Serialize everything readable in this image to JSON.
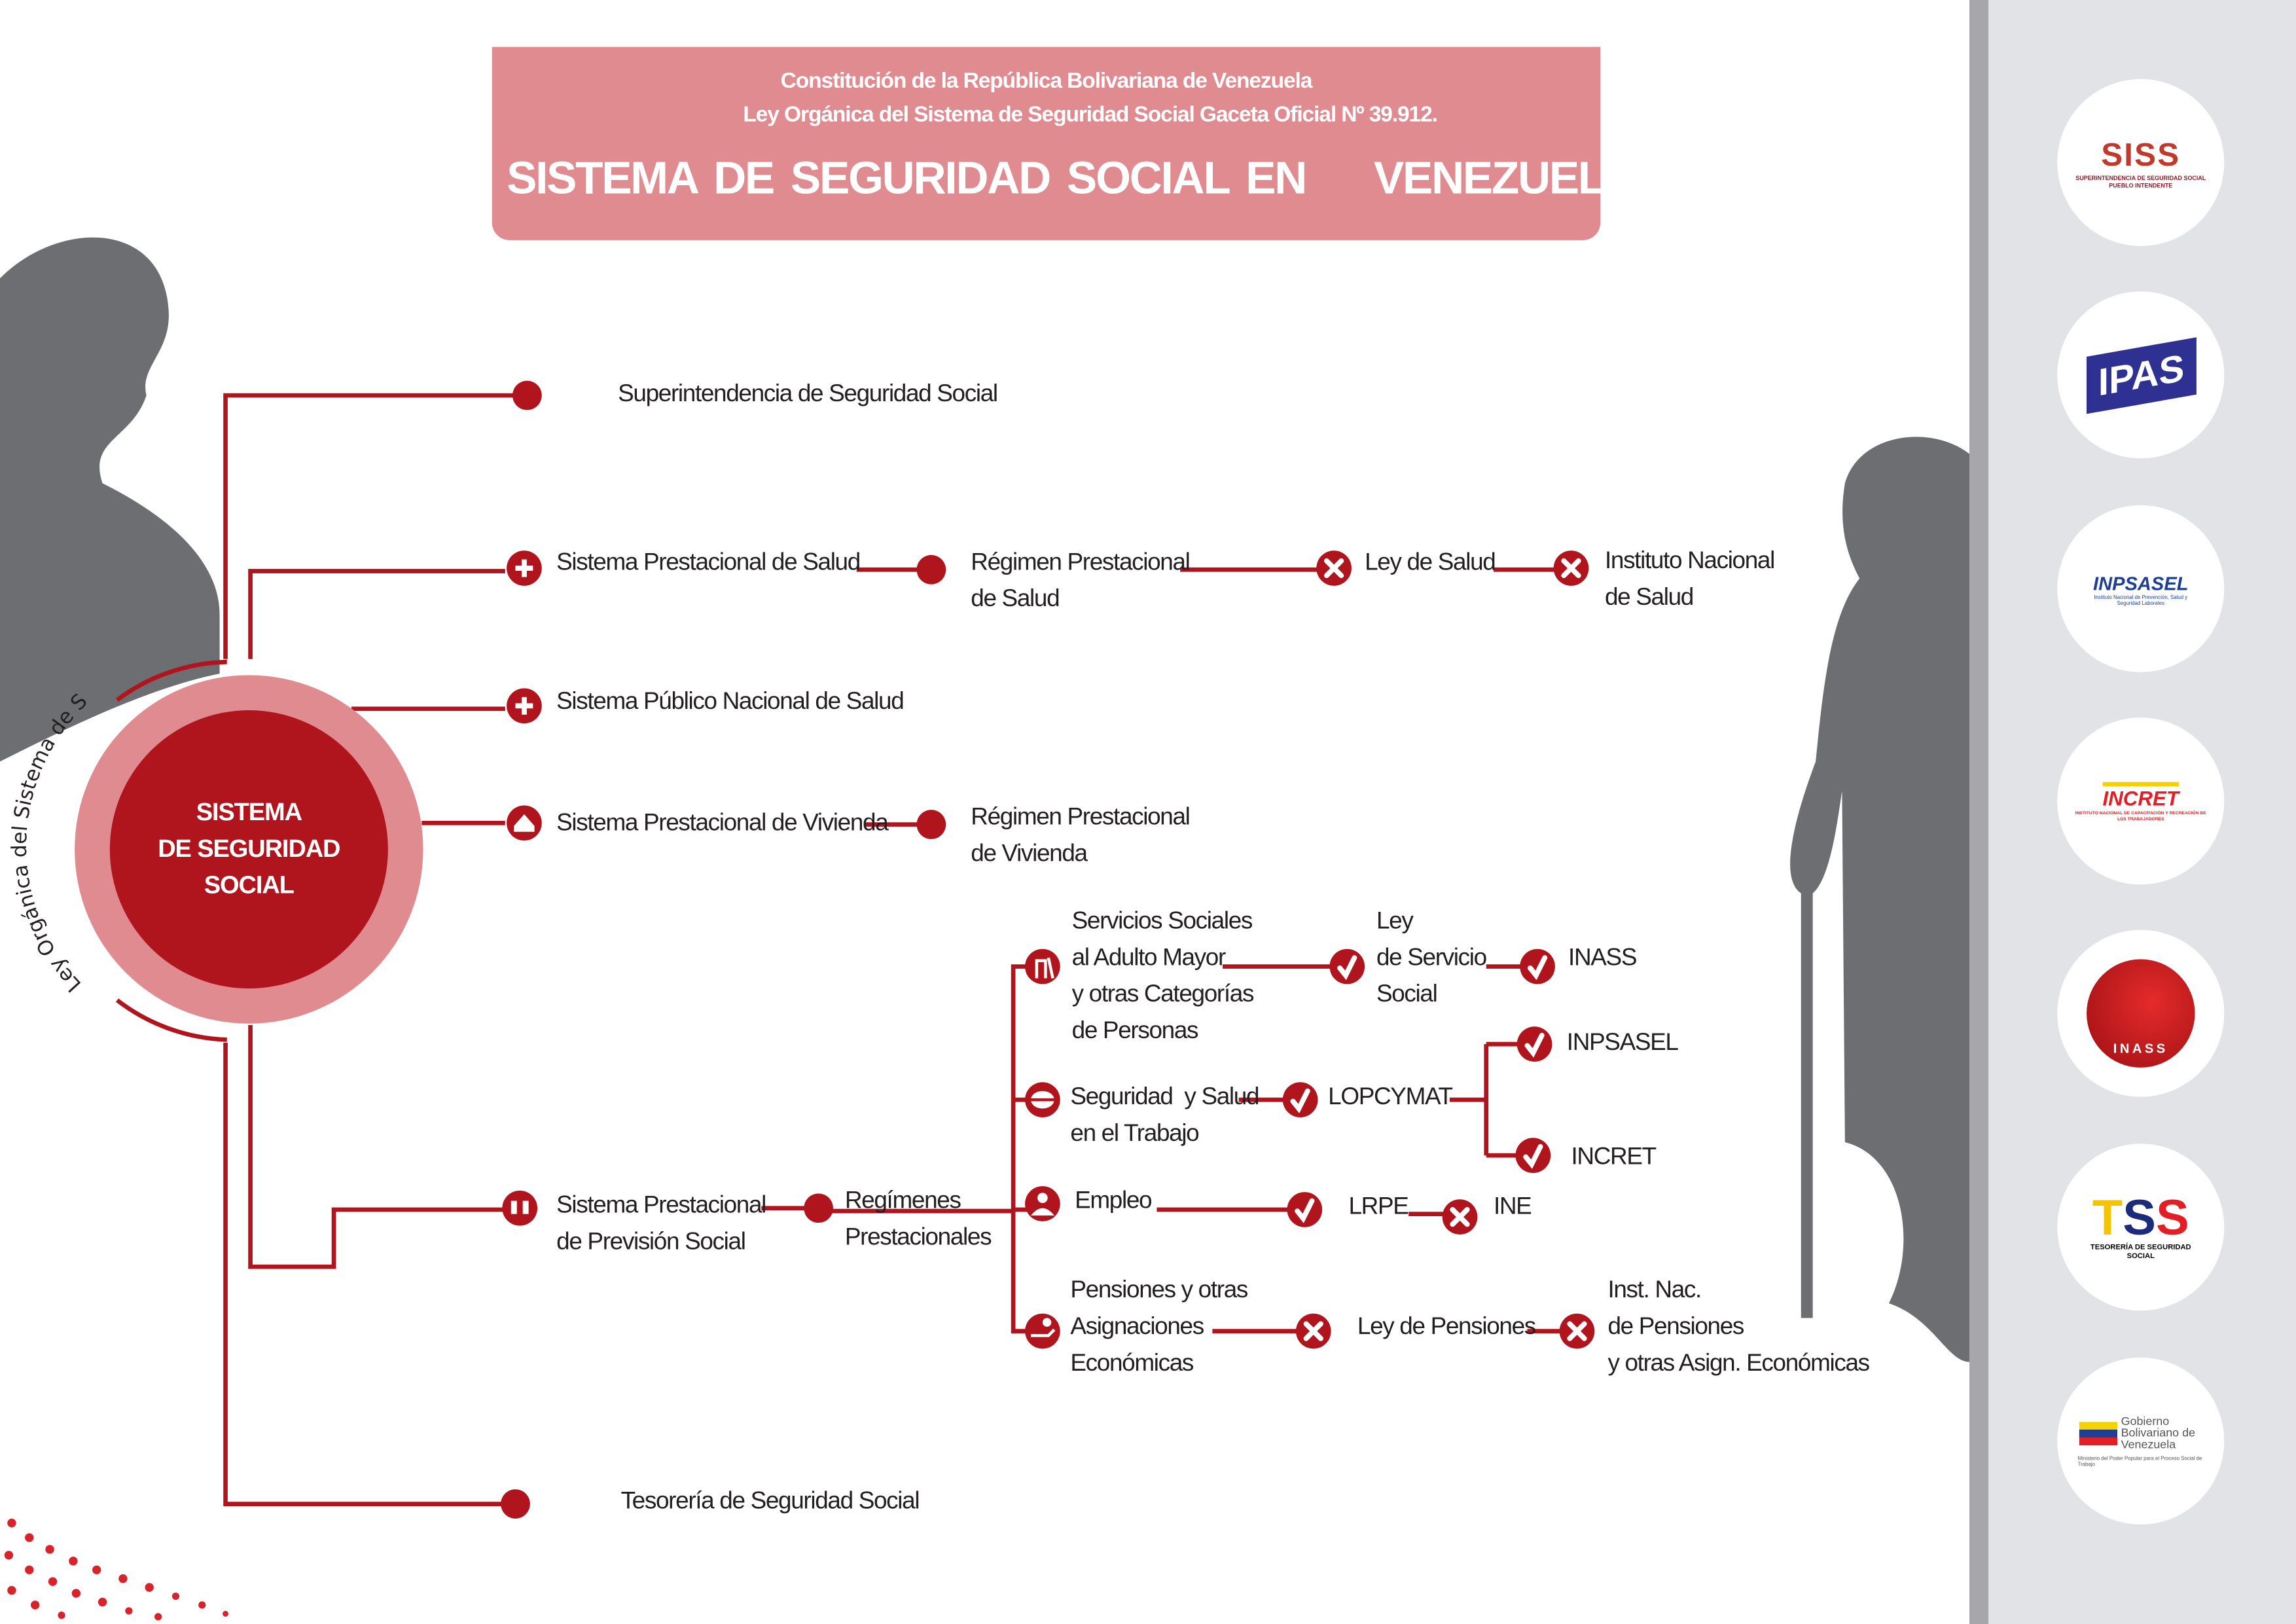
{
  "header": {
    "line1": "Constitución de la República Bolivariana de  Venezuela",
    "line2": "Ley Orgánica del Sistema de Seguridad Social Gaceta  Oficial Nº 39.912.",
    "title": "SISTEMA DE SEGURIDAD SOCIAL EN    VENEZUELA"
  },
  "center": {
    "lines": [
      "SISTEMA",
      "DE SEGURIDAD",
      "SOCIAL"
    ],
    "arc_label": "Ley Orgánica del Sistema de Seguridad Social"
  },
  "nodes": {
    "superintendencia": "Superintendencia de Seguridad Social",
    "salud": "Sistema Prestacional de Salud",
    "regimen_salud": [
      "Régimen Prestacional",
      "de Salud"
    ],
    "ley_salud": "Ley de Salud",
    "instituto_salud": [
      "Instituto Nacional",
      "de Salud"
    ],
    "publico_salud": "Sistema Público Nacional de Salud",
    "vivienda": "Sistema Prestacional de Vivienda",
    "regimen_vivienda": [
      "Régimen Prestacional",
      "de Vivienda"
    ],
    "prevision": [
      "Sistema Prestacional",
      "de Previsión Social"
    ],
    "regimenes": [
      "Regímenes",
      "Prestacionales"
    ],
    "servicios": [
      "Servicios Sociales",
      "al Adulto Mayor",
      "y otras Categorías",
      "de Personas"
    ],
    "ley_servicio": [
      "Ley",
      "de Servicio",
      "Social"
    ],
    "inass": "INASS",
    "seguridad_trabajo": [
      "Seguridad  y Salud",
      "en el Trabajo"
    ],
    "lopcymat": "LOPCYMAT",
    "inpsasel": "INPSASEL",
    "incret": "INCRET",
    "empleo": "Empleo",
    "lrpe": "LRPE",
    "ine": "INE",
    "pensiones": [
      "Pensiones y otras",
      "Asignaciones",
      "Económicas"
    ],
    "ley_pensiones": "Ley de Pensiones",
    "inst_pensiones": [
      "Inst. Nac.",
      "de Pensiones",
      "y otras Asign. Económicas"
    ],
    "tesoreria": "Tesorería de Seguridad Social"
  },
  "logos": [
    {
      "name": "SISS",
      "caption": "SUPERINTENDENCIA DE SEGURIDAD SOCIAL",
      "sub": "PUEBLO INTENDENTE"
    },
    {
      "name": "IPAS",
      "caption": "",
      "sub": ""
    },
    {
      "name": "INPSASEL",
      "caption": "Instituto Nacional de Prevención, Salud y Seguridad Laborales",
      "sub": ""
    },
    {
      "name": "INCRET",
      "caption": "INSTITUTO NACIONAL DE CAPACITACIÓN Y RECREACIÓN DE LOS TRABAJADORES",
      "sub": ""
    },
    {
      "name": "INASS",
      "caption": "",
      "sub": ""
    },
    {
      "name": "TSS",
      "caption": "TESORERÍA DE SEGURIDAD SOCIAL",
      "sub": ""
    },
    {
      "name": "Gobierno Bolivariano de Venezuela",
      "caption": "Ministerio del Poder Popular para el Proceso Social de Trabajo",
      "sub": ""
    }
  ],
  "colors": {
    "primary": "#b0141d",
    "pink": "#e08b90",
    "gray": "#6d6e71",
    "panel": "#e2e3e7"
  }
}
